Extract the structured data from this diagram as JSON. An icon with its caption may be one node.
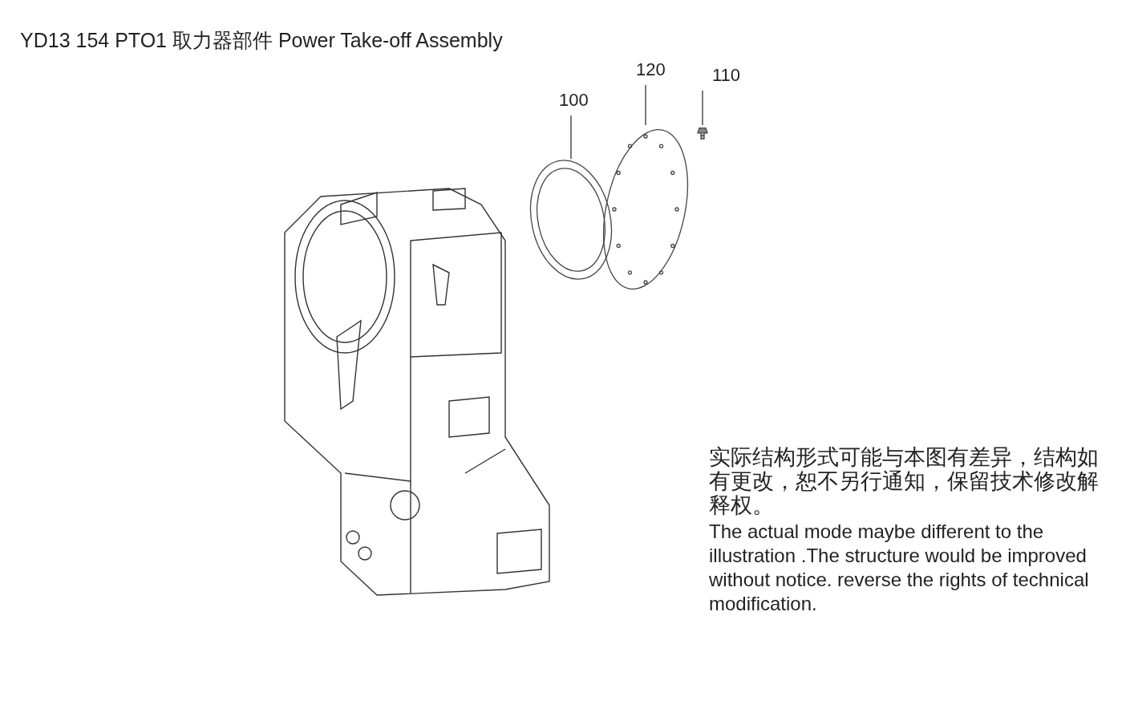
{
  "diagram": {
    "title": "YD13 154 PTO1 取力器部件 Power Take-off Assembly",
    "nodes": [
      {
        "text": [
          "100"
        ]
      },
      {
        "text": [
          "120"
        ]
      },
      {
        "text": [
          "110"
        ]
      },
      {
        "text": [],
        "shape": "picture"
      },
      {
        "text": [],
        "shape": "picture"
      },
      {
        "text": [],
        "shape": "picture"
      }
    ],
    "edges": [
      {
        "from": 0,
        "to": 3,
        "arrow": "none"
      },
      {
        "from": 1,
        "to": 4,
        "arrow": "none"
      },
      {
        "from": 2,
        "to": 5,
        "arrow": "none"
      }
    ],
    "labels": [
      "实际结构形式可能与本图有差异，结构如有更改，恕不另行通知，保留技术修改解释权。",
      "The actual mode maybe different to the illustration .The structure would be improved without notice. reverse the rights of technical modification."
    ]
  }
}
